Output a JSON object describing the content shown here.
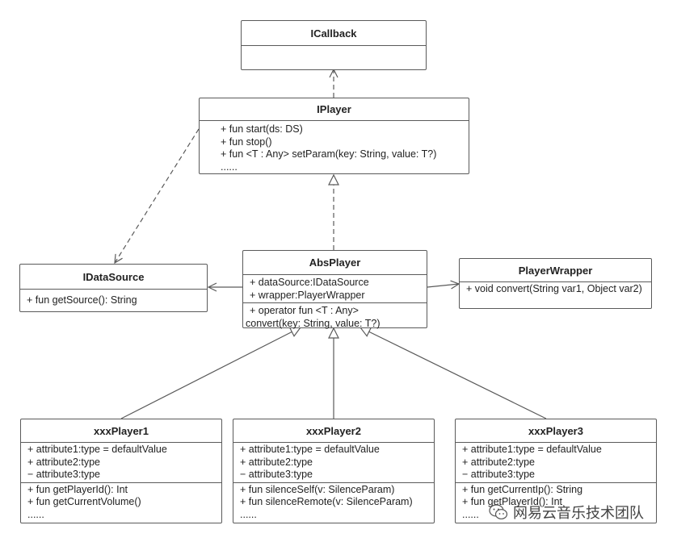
{
  "classes": {
    "icallback": {
      "name": "ICallback",
      "attributes": [],
      "methods": []
    },
    "iplayer": {
      "name": "IPlayer",
      "methods": [
        "+ fun start(ds: DS)",
        "+ fun stop()",
        "+ fun <T : Any> setParam(key: String, value: T?)",
        "......"
      ]
    },
    "idatasource": {
      "name": "IDataSource",
      "methods": [
        "+ fun getSource(): String"
      ]
    },
    "absplayer": {
      "name": "AbsPlayer",
      "attributes": [
        "+ dataSource:IDataSource",
        "+ wrapper:PlayerWrapper"
      ],
      "methods": [
        "+ operator fun <T : Any>",
        "convert(key: String, value: T?)"
      ]
    },
    "playerwrapper": {
      "name": "PlayerWrapper",
      "methods": [
        "+ void convert(String var1, Object var2)"
      ]
    },
    "xxxplayer1": {
      "name": "xxxPlayer1",
      "attributes": [
        "+ attribute1:type = defaultValue",
        "+ attribute2:type",
        "− attribute3:type"
      ],
      "methods": [
        "+ fun getPlayerId(): Int",
        "+ fun getCurrentVolume()",
        "......"
      ]
    },
    "xxxplayer2": {
      "name": "xxxPlayer2",
      "attributes": [
        "+ attribute1:type = defaultValue",
        "+ attribute2:type",
        "− attribute3:type"
      ],
      "methods": [
        "+ fun silenceSelf(v: SilenceParam)",
        "+ fun silenceRemote(v: SilenceParam)",
        "......"
      ]
    },
    "xxxplayer3": {
      "name": "xxxPlayer3",
      "attributes": [
        "+ attribute1:type = defaultValue",
        "+ attribute2:type",
        "− attribute3:type"
      ],
      "methods": [
        "+ fun getCurrentIp(): String",
        "+ fun getPlayerId(): Int",
        "......"
      ]
    }
  },
  "watermark": {
    "text": "网易云音乐技术团队",
    "icon": "wechat-icon"
  },
  "colors": {
    "line": "#5a5a5a",
    "text": "#222222",
    "background": "#ffffff"
  }
}
